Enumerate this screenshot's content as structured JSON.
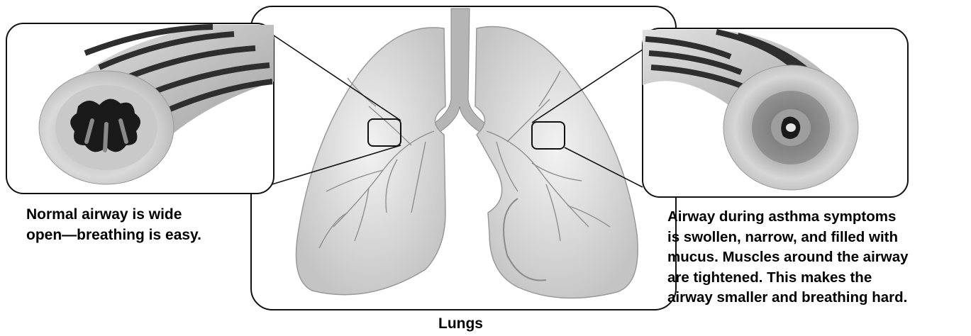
{
  "captions": {
    "normal": [
      "Normal airway is wide",
      "open—breathing is easy."
    ],
    "asthma": [
      "Airway during asthma symptoms",
      "is swollen, narrow, and filled with",
      "mucus. Muscles around the airway",
      "are tightened. This makes the",
      "airway smaller and breathing hard."
    ],
    "lungs": "Lungs"
  },
  "colors": {
    "outline": "#111111",
    "lung_fill": "#dcdcdc",
    "airway_wall": "#cfcfcf",
    "muscle_band": "#3a3a3a",
    "lumen": "#1a1a1a"
  }
}
